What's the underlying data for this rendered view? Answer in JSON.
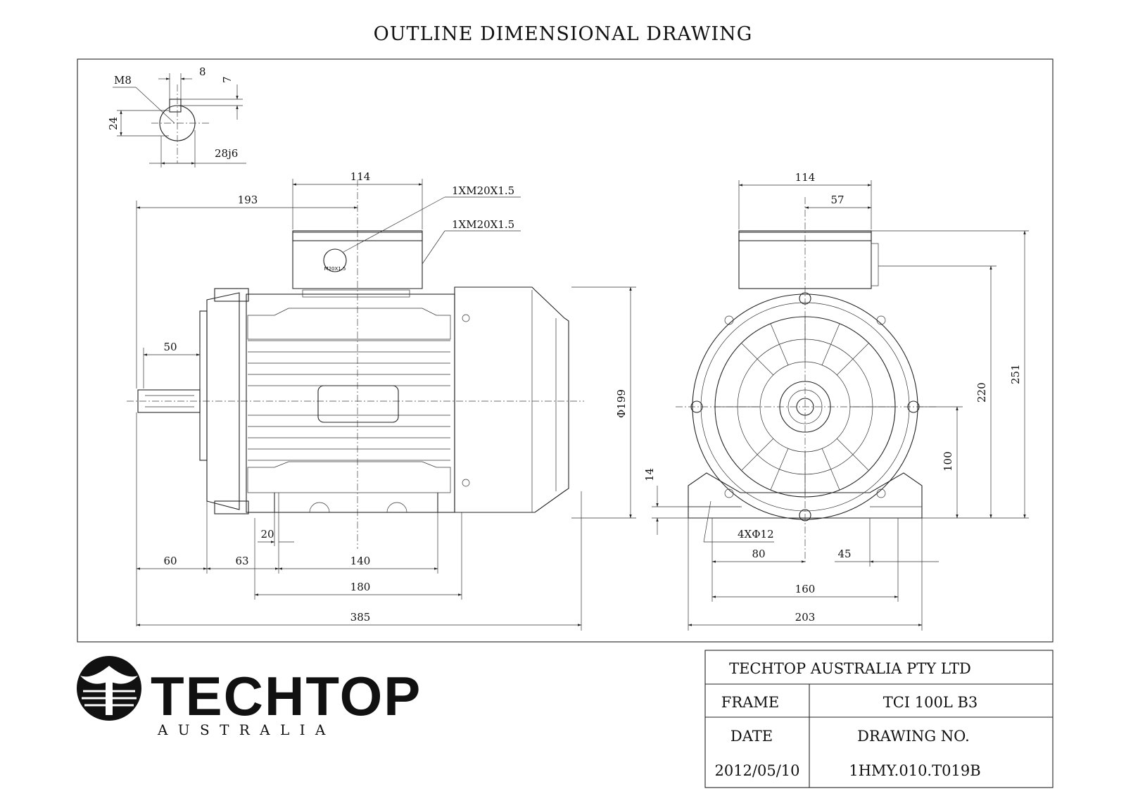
{
  "title": "OUTLINE DIMENSIONAL DRAWING",
  "shaft_detail": {
    "thread": "M8",
    "key_width": "8",
    "key_depth": "7",
    "height": "24",
    "diameter": "28j6"
  },
  "side_view": {
    "terminal_box_width": "114",
    "terminal_box_offset": "193",
    "cable_entry_1": "1XM20X1.5",
    "cable_entry_2": "1XM20X1.5",
    "entry_marking": "M20X1.5",
    "shaft_length": "50",
    "frame_diameter": "Φ199",
    "foot_width": "20",
    "shaft_extension": "60",
    "shaft_shoulder_to_foot": "63",
    "foot_hole_spacing": "140",
    "foot_length": "180",
    "overall_length": "385"
  },
  "end_view": {
    "terminal_box_width": "114",
    "terminal_box_half": "57",
    "foot_thickness": "14",
    "mounting_holes": "4XΦ12",
    "half_hole_spacing": "80",
    "foot_margin": "45",
    "hole_spacing": "160",
    "overall_width": "203",
    "shaft_height": "100",
    "frame_top": "220",
    "overall_height": "251"
  },
  "logo": {
    "name": "TECHTOP",
    "sub": "A U S T R A L I A"
  },
  "title_block": {
    "company": "TECHTOP AUSTRALIA PTY LTD",
    "frame_label": "FRAME",
    "frame_value": "TCI 100L B3",
    "date_label": "DATE",
    "drawing_no_label": "DRAWING NO.",
    "date_value": "2012/05/10",
    "drawing_no_value": "1HMY.010.T019B"
  }
}
